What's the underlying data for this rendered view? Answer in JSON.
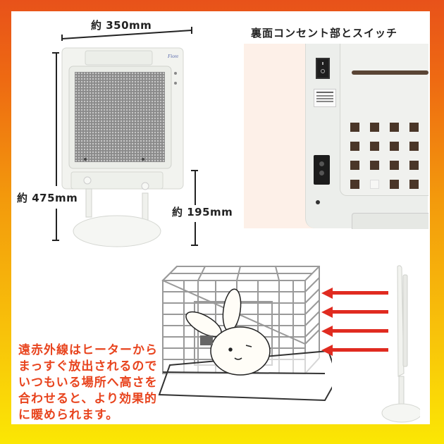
{
  "colors": {
    "frame_top": "#e8521a",
    "frame_bottom": "#fbe704",
    "caption_text": "#e8441e",
    "arrow": "#e02b20",
    "vent": "#4a3628"
  },
  "dimensions": {
    "width_label": "約 350mm",
    "height_label": "約 475mm",
    "stand_height_label": "約 195mm"
  },
  "rear_view": {
    "title": "裏面コンセント部とスイッチ",
    "icons": [
      "power-switch-icon",
      "power-inlet-icon",
      "rating-label-icon"
    ]
  },
  "illustration": {
    "arrow_count": 4,
    "icons": [
      "cage-icon",
      "rabbit-icon",
      "heater-side-icon"
    ]
  },
  "caption": {
    "lines": [
      "遠赤外線はヒーターから",
      "まっすぐ放出されるので",
      "いつもいる場所へ高さを",
      "合わせると、より効果的",
      "に暖められます。"
    ]
  }
}
